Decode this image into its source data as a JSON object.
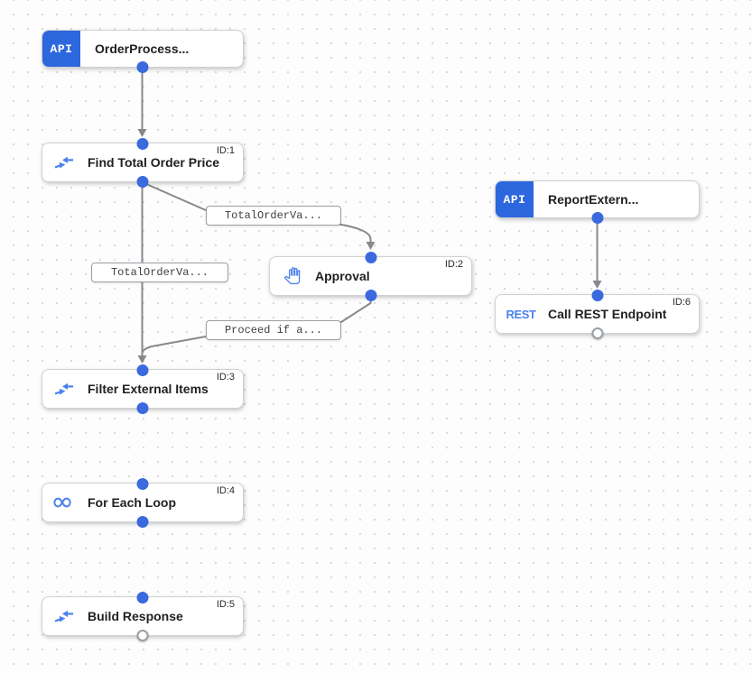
{
  "colors": {
    "trigger_blue": "#2d67de",
    "icon_blue": "#4a82ec",
    "connector_blue": "#3b6adf",
    "edge_gray": "#85898d",
    "grid_dot": "#d9d9d9"
  },
  "triggers": [
    {
      "icon": "api-trigger-icon",
      "icon_text": "API",
      "label": "OrderProcess..."
    },
    {
      "icon": "api-trigger-icon",
      "icon_text": "API",
      "label": "ReportExtern..."
    }
  ],
  "tasks": [
    {
      "id_label": "ID:1",
      "icon": "data-mapping-icon",
      "label": "Find Total Order Price"
    },
    {
      "id_label": "ID:2",
      "icon": "pan-tool-icon",
      "label": "Approval"
    },
    {
      "id_label": "ID:3",
      "icon": "data-mapping-icon",
      "label": "Filter External Items"
    },
    {
      "id_label": "ID:4",
      "icon": "infinity-loop-icon",
      "label": "For Each Loop"
    },
    {
      "id_label": "ID:5",
      "icon": "data-mapping-icon",
      "label": "Build Response"
    },
    {
      "id_label": "ID:6",
      "icon": "rest-text-icon",
      "icon_text": "REST",
      "label": "Call REST Endpoint"
    }
  ],
  "edge_labels": [
    {
      "text": "TotalOrderVa..."
    },
    {
      "text": "TotalOrderVa..."
    },
    {
      "text": "Proceed if a..."
    }
  ]
}
